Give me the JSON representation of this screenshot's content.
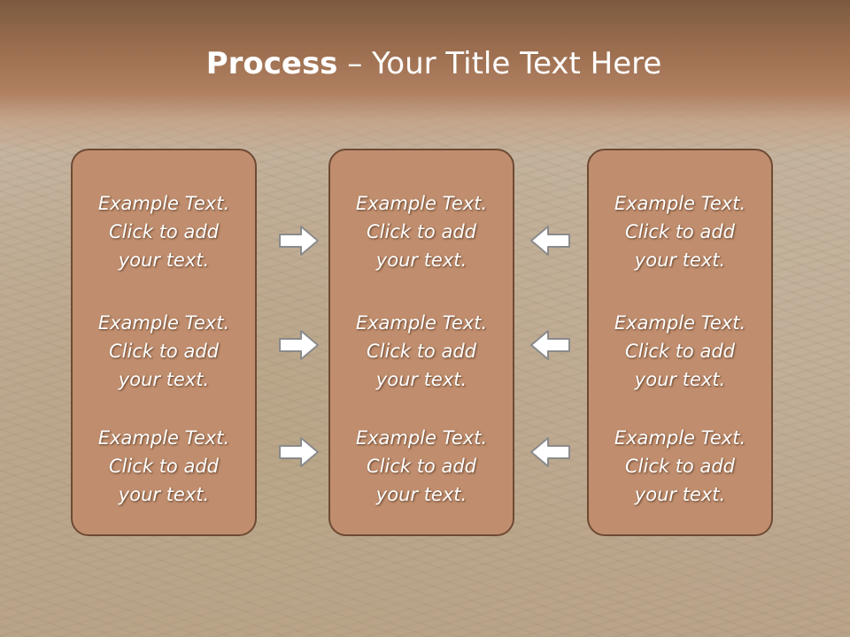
{
  "slide": {
    "title_bold": "Process",
    "title_rest": " – Your Title Text Here"
  },
  "panels": [
    {
      "items": [
        {
          "line1": "Example Text.",
          "line2": "Click  to add",
          "line3": "your text."
        },
        {
          "line1": "Example Text.",
          "line2": "Click  to add",
          "line3": "your text."
        },
        {
          "line1": "Example Text.",
          "line2": "Click  to add",
          "line3": "your text."
        }
      ]
    },
    {
      "items": [
        {
          "line1": "Example Text.",
          "line2": "Click  to add",
          "line3": "your text."
        },
        {
          "line1": "Example Text.",
          "line2": "Click  to add",
          "line3": "your text."
        },
        {
          "line1": "Example Text.",
          "line2": "Click  to add",
          "line3": "your text."
        }
      ]
    },
    {
      "items": [
        {
          "line1": "Example Text.",
          "line2": "Click  to add",
          "line3": "your text."
        },
        {
          "line1": "Example Text.",
          "line2": "Click  to add",
          "line3": "your text."
        },
        {
          "line1": "Example Text.",
          "line2": "Click  to add",
          "line3": "your text."
        }
      ]
    }
  ],
  "arrows": {
    "left_column": [
      "right-arrow-icon",
      "right-arrow-icon",
      "right-arrow-icon"
    ],
    "right_column": [
      "left-arrow-icon",
      "left-arrow-icon",
      "left-arrow-icon"
    ]
  },
  "colors": {
    "title_band": "#9a6d4e",
    "panel_fill": "#c08e6e",
    "panel_border": "#6e4a34",
    "text": "#ffffff",
    "arrow_fill": "#ffffff",
    "arrow_stroke": "#8a8a8a"
  }
}
